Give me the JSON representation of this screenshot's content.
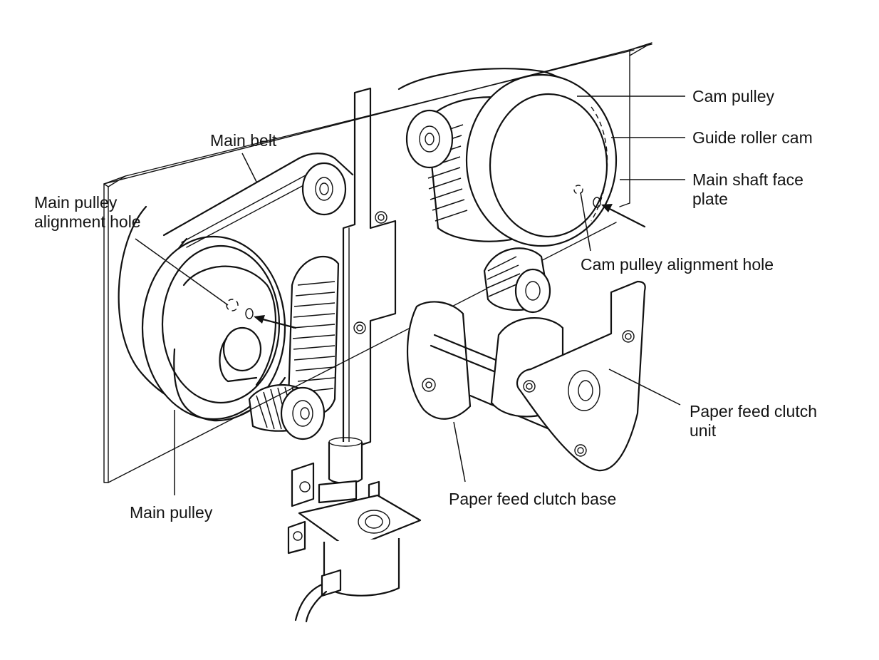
{
  "figure": {
    "subject": "Main pulley and cam pulley alignment assembly",
    "labels": {
      "cam_pulley": "Cam pulley",
      "guide_roller_cam": "Guide roller cam",
      "main_shaft_face_plate_line1": "Main shaft face",
      "main_shaft_face_plate_line2": "plate",
      "main_belt": "Main belt",
      "main_pulley_alignment_hole_line1": "Main pulley",
      "main_pulley_alignment_hole_line2": "alignment hole",
      "cam_pulley_alignment_hole": "Cam pulley alignment hole",
      "paper_feed_clutch_unit_line1": "Paper feed clutch",
      "paper_feed_clutch_unit_line2": "unit",
      "main_pulley": "Main pulley",
      "paper_feed_clutch_base": "Paper feed clutch base"
    },
    "colors": {
      "line": "#111111",
      "background": "#ffffff"
    }
  }
}
